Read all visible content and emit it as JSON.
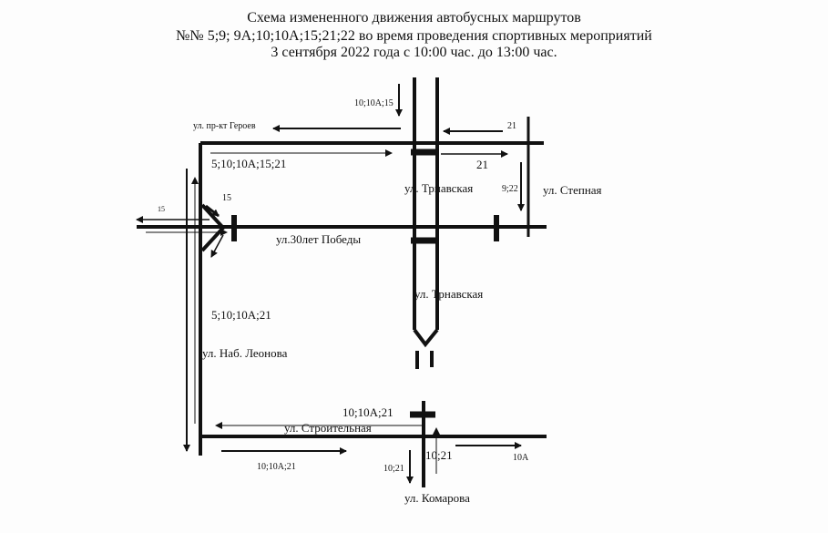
{
  "title": {
    "line1": "Схема измененного движения автобусных маршрутов",
    "line2": "№№ 5;9; 9А;10;10А;15;21;22 во время проведения спортивных мероприятий",
    "line3": "3 сентября 2022 года с 10:00 час. до 13:00 час."
  },
  "streets": {
    "geroev": "ул. пр-кт Героев",
    "trnavskaya_top": "ул. Трнавская",
    "trnavskaya_mid": "ул. Трнавская",
    "stepnaya": "ул. Степная",
    "pobedy": "ул.30лет Победы",
    "leonova": "ул. Наб. Леонова",
    "stroitelnaya": "ул. Строительная",
    "komarova": "ул. Комарова"
  },
  "routes": {
    "top_down": "10;10А;15",
    "top_right_in": "21",
    "top_main": "5;10;10А;15;21",
    "top_right_out": "21",
    "stepnaya_down": "9;22",
    "left_15_small": "15",
    "left_15": "15",
    "leonova": "5;10;10А;21",
    "bottom_block": "10;10А;21",
    "bottom_right_arrow": "10;10А;21",
    "komarova_down": "10;21",
    "komarova_up": "10;21",
    "bottom_10a": "10А"
  }
}
